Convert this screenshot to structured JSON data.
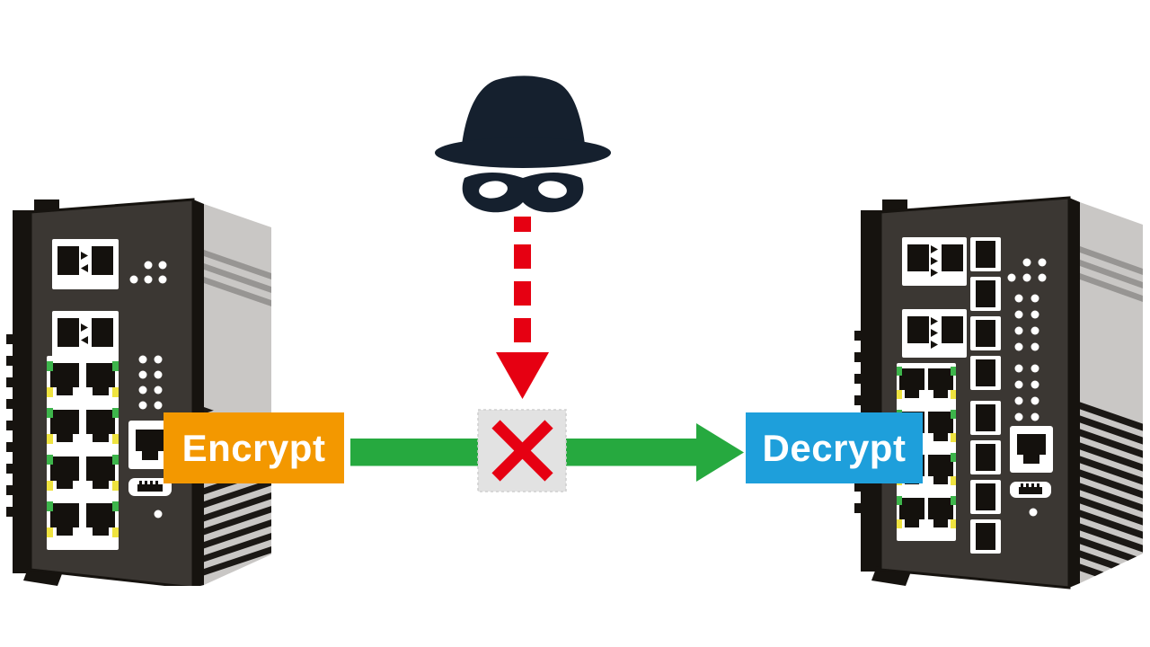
{
  "diagram": {
    "encrypt_label": "Encrypt",
    "decrypt_label": "Decrypt",
    "icons": {
      "attacker": "spy-icon",
      "interception": "red-dashed-arrow-icon",
      "blocked": "red-x-icon",
      "encrypted_flow": "green-arrow-icon",
      "left_device": "industrial-switch",
      "right_device": "industrial-switch"
    },
    "colors": {
      "page_bg": "#FFFFFF",
      "encrypt_bg": "#F39800",
      "decrypt_bg": "#1E9FDB",
      "flow_green": "#26A93F",
      "alert_red": "#E60012",
      "spy_dark": "#15202E",
      "block_box_bg": "#E2E2E2",
      "label_text": "#FFFFFF",
      "device_body": "#3B3733",
      "device_outline": "#16130F",
      "device_side": "#C9C7C5",
      "device_vent": "#1B1815",
      "port_dark": "#14110D",
      "led_green": "#3DB54B",
      "led_yellow": "#EFE33F"
    }
  }
}
